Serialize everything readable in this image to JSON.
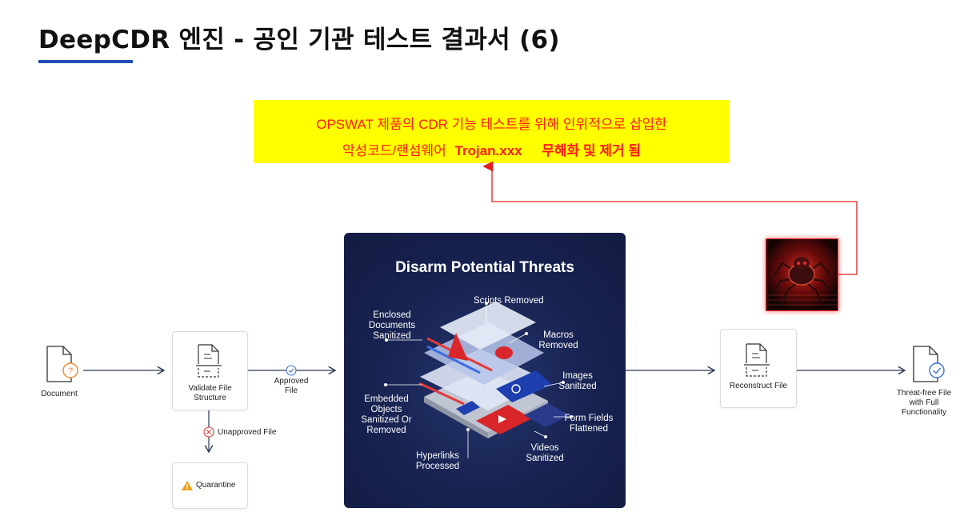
{
  "header": {
    "title": "DeepCDR 엔진  -  공인 기관 테스트 결과서 (6)"
  },
  "callout": {
    "line1": "OPSWAT 제품의 CDR 기능 테스트를 위해 인위적으로 삽입한",
    "line2_prefix": "악성코드/랜섬웨어",
    "line2_trojan": "Trojan.xxx",
    "line2_result": "무해화 및 제거 됨"
  },
  "flow": {
    "document": "Document",
    "validate": "Validate File Structure",
    "approved": "Approved File",
    "unapproved": "Unapproved File",
    "quarantine": "Quarantine",
    "reconstruct": "Reconstruct File",
    "output": "Threat-free File with Full Functionality"
  },
  "threats": {
    "title": "Disarm Potential Threats",
    "scripts": "Scripts Removed",
    "enclosed": "Enclosed Documents Sanitized",
    "macros": "Macros Removed",
    "images": "Images Sanitized",
    "embedded": "Embedded Objects Sanitized Or Removed",
    "form": "Form Fields Flattened",
    "videos": "Videos Sanitized",
    "hyperlinks": "Hyperlinks Processed"
  },
  "colors": {
    "accent_blue": "#1f4fb5",
    "callout_bg": "#ffff00",
    "callout_text": "#ff1a1a",
    "panel_bg": "#17224f",
    "arrow_red": "#e02020"
  },
  "icons": {
    "document": "document-question-icon",
    "validate": "file-structure-icon",
    "approved": "check-circle-icon",
    "unapproved": "x-circle-icon",
    "quarantine": "warning-triangle-icon",
    "reconstruct": "file-structure-icon",
    "output": "document-check-icon",
    "malware": "malware-spider-image"
  }
}
